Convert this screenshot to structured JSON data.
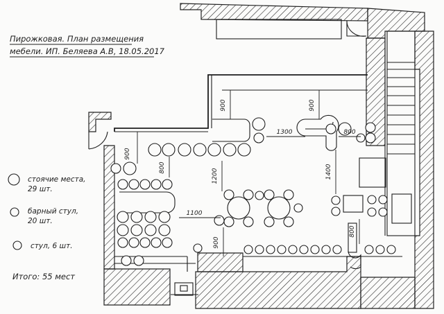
{
  "title": {
    "line1": "Пирожковая. План размещения",
    "line2": "мебели. ИП. Беляева А.В, 18.05.2017"
  },
  "legend": [
    {
      "symbol": "standing-place-circle",
      "line1": "стоячие места,",
      "line2": "29 шт."
    },
    {
      "symbol": "bar-stool-circle",
      "line1": "барный стул,",
      "line2": "20 шт."
    },
    {
      "symbol": "chair-circle",
      "line1": "стул, 6 шт.",
      "line2": ""
    }
  ],
  "total": "Итого: 55 мест",
  "dimensions": {
    "d900_left": "900",
    "d800_left": "800",
    "d900_top": "900",
    "d1200": "1200",
    "d1100": "1100",
    "d900_bottom": "900",
    "d900_top_right": "900",
    "d1300": "1300",
    "d800_right": "800",
    "d1400": "1400",
    "d800_bottom_right": "800"
  }
}
